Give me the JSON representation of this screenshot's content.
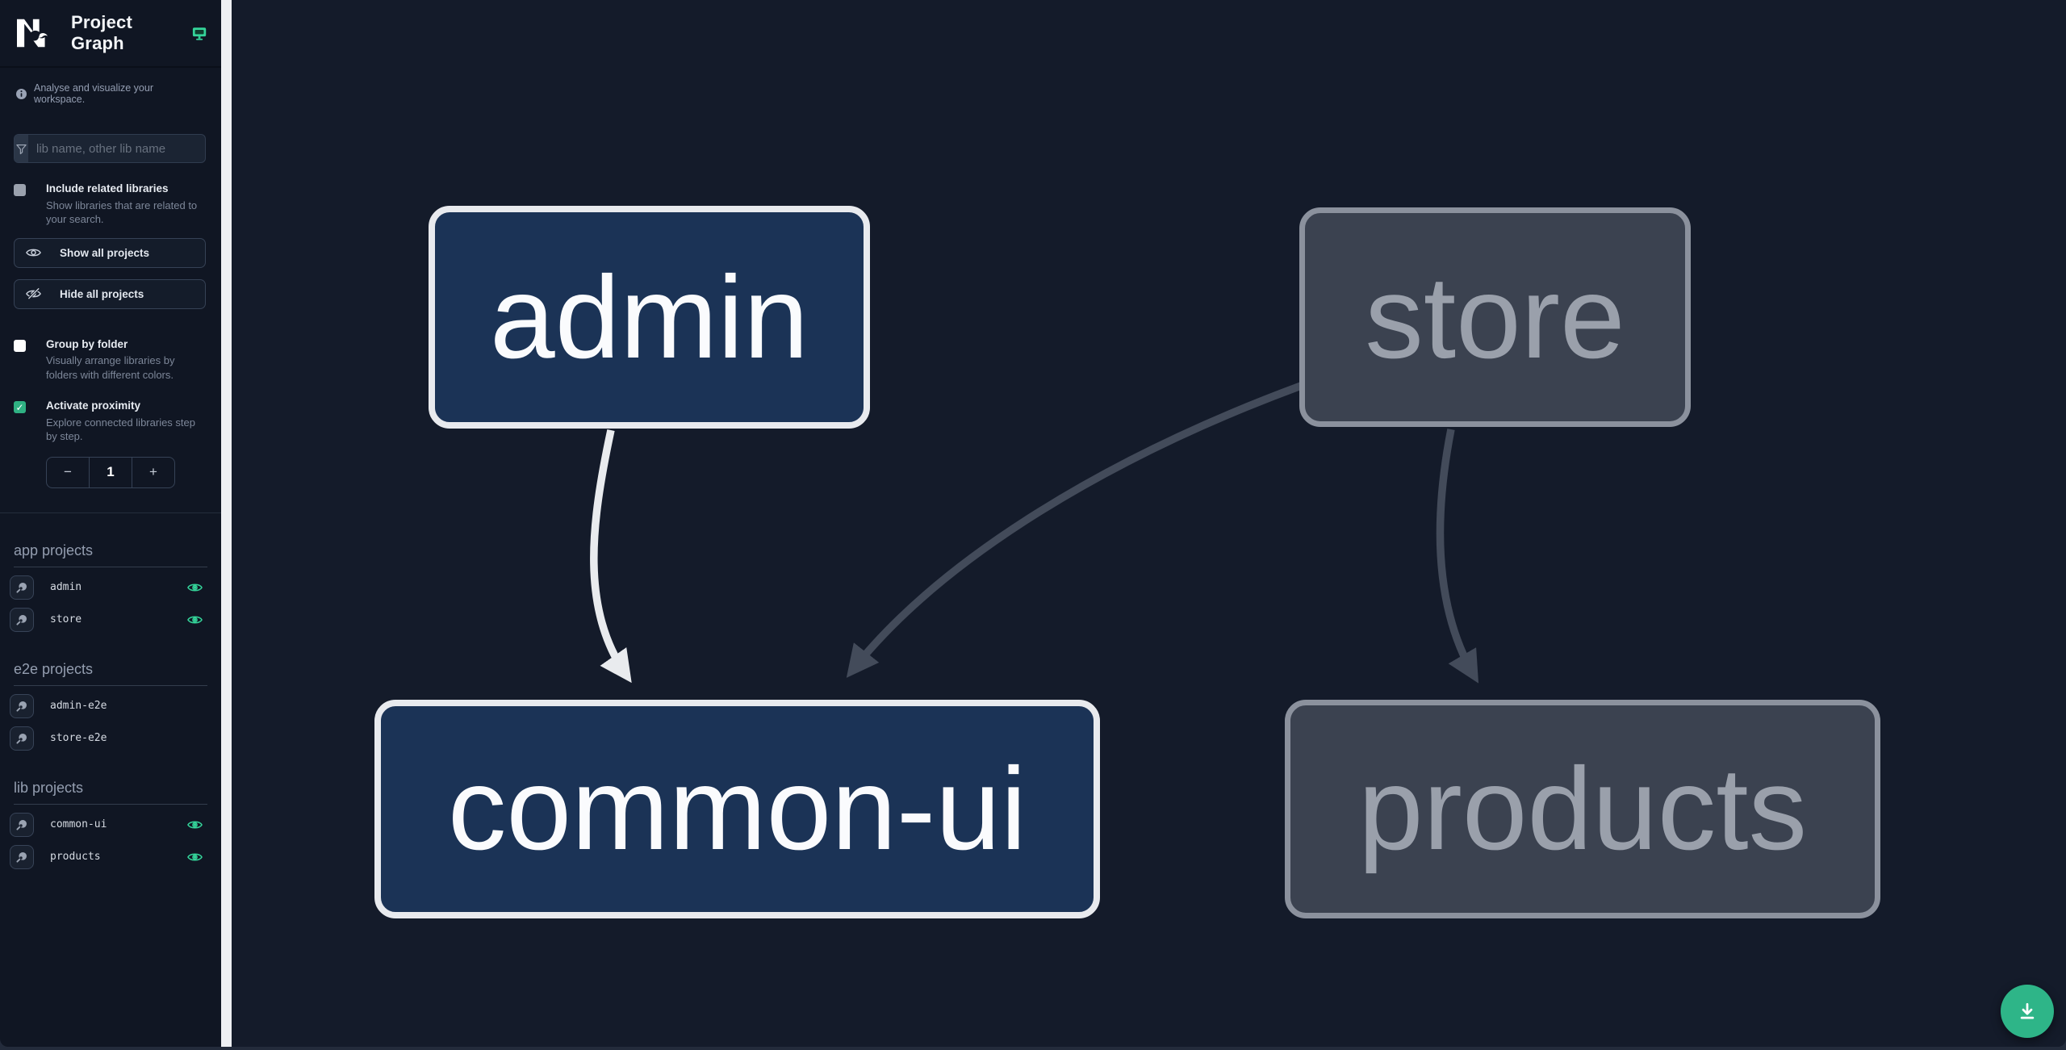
{
  "header": {
    "title": "Project Graph",
    "logo": "nx-logo",
    "status_icon": "monitor-icon"
  },
  "sidebar": {
    "tagline": "Analyse and visualize your workspace.",
    "filter": {
      "placeholder": "lib name, other lib name",
      "value": ""
    },
    "include_related": {
      "label": "Include related libraries",
      "description": "Show libraries that are related to your search.",
      "checked": false
    },
    "show_all_label": "Show all projects",
    "hide_all_label": "Hide all projects",
    "group_by_folder": {
      "label": "Group by folder",
      "description": "Visually arrange libraries by folders with different colors.",
      "checked": false
    },
    "activate_proximity": {
      "label": "Activate proximity",
      "description": "Explore connected libraries step by step.",
      "checked": true
    },
    "stepper": {
      "decrement": "−",
      "value": "1",
      "increment": "+"
    },
    "sections": [
      {
        "heading": "app projects",
        "items": [
          {
            "name": "admin",
            "visible": true
          },
          {
            "name": "store",
            "visible": true
          }
        ]
      },
      {
        "heading": "e2e projects",
        "items": [
          {
            "name": "admin-e2e",
            "visible": false
          },
          {
            "name": "store-e2e",
            "visible": false
          }
        ]
      },
      {
        "heading": "lib projects",
        "items": [
          {
            "name": "common-ui",
            "visible": true
          },
          {
            "name": "products",
            "visible": true
          }
        ]
      }
    ]
  },
  "graph": {
    "nodes": [
      {
        "label": "admin",
        "type": "app",
        "highlighted": true
      },
      {
        "label": "store",
        "type": "app",
        "highlighted": false
      },
      {
        "label": "common-ui",
        "type": "lib",
        "highlighted": true
      },
      {
        "label": "products",
        "type": "lib",
        "highlighted": false
      }
    ],
    "edges": [
      {
        "from": "admin",
        "to": "common-ui",
        "highlighted": true
      },
      {
        "from": "store",
        "to": "common-ui",
        "highlighted": false
      },
      {
        "from": "store",
        "to": "products",
        "highlighted": false
      }
    ]
  },
  "fab": {
    "action": "download graph image",
    "icon": "download-icon"
  },
  "icons": {
    "check": "✓"
  },
  "colors": {
    "accent_teal": "#34d399",
    "checkbox_checked": "#2fb183",
    "fab_green": "#2eb588",
    "node_navy_fill": "#1b3356",
    "node_navy_border": "#e8eaee",
    "node_gray_fill": "#3b4250",
    "node_gray_border": "#8b919d",
    "edge_white": "#e9ebee",
    "edge_gray": "#434b5a",
    "canvas_bg": "#141b2a",
    "sidebar_bg": "#101623"
  }
}
